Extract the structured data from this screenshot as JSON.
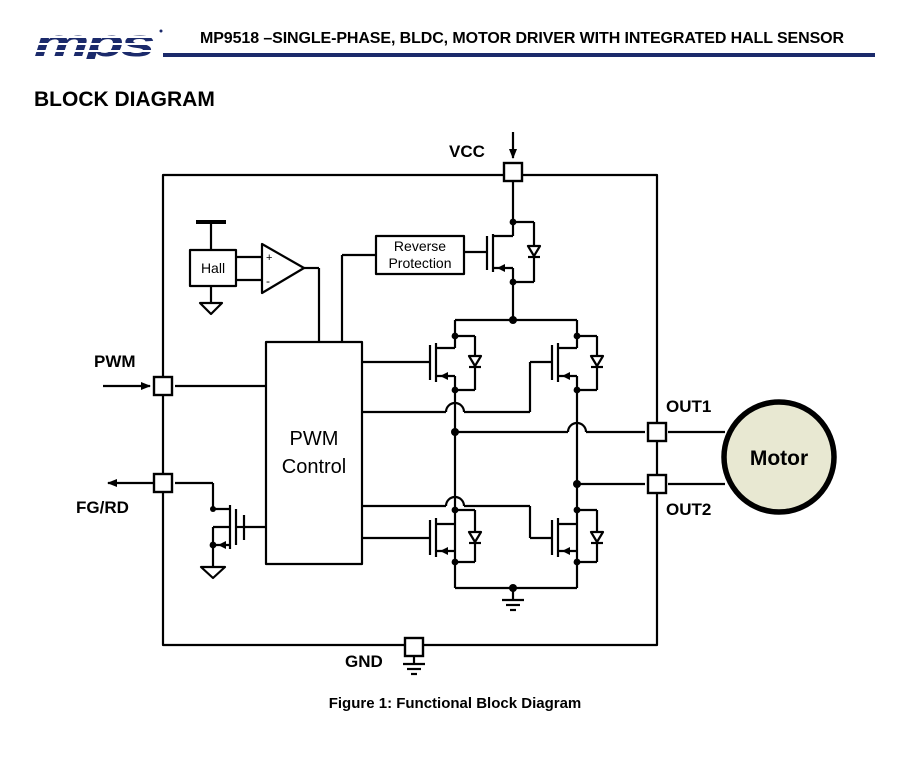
{
  "header": {
    "logo_text": "mps",
    "title": "MP9518 –SINGLE-PHASE, BLDC, MOTOR DRIVER WITH INTEGRATED HALL SENSOR"
  },
  "section": {
    "heading": "BLOCK DIAGRAM"
  },
  "diagram": {
    "pins": {
      "vcc": "VCC",
      "pwm": "PWM",
      "fg_rd": "FG/RD",
      "gnd": "GND",
      "out1": "OUT1",
      "out2": "OUT2"
    },
    "blocks": {
      "hall": "Hall",
      "reverse_protection_line1": "Reverse",
      "reverse_protection_line2": "Protection",
      "pwm_control_line1": "PWM",
      "pwm_control_line2": "Control",
      "motor": "Motor"
    },
    "comparator_plus": "+",
    "comparator_minus": "-"
  },
  "caption": "Figure 1: Functional Block Diagram",
  "colors": {
    "brand": "#1b2a6b",
    "motor_fill": "#e8e8d2",
    "line": "#000000"
  }
}
